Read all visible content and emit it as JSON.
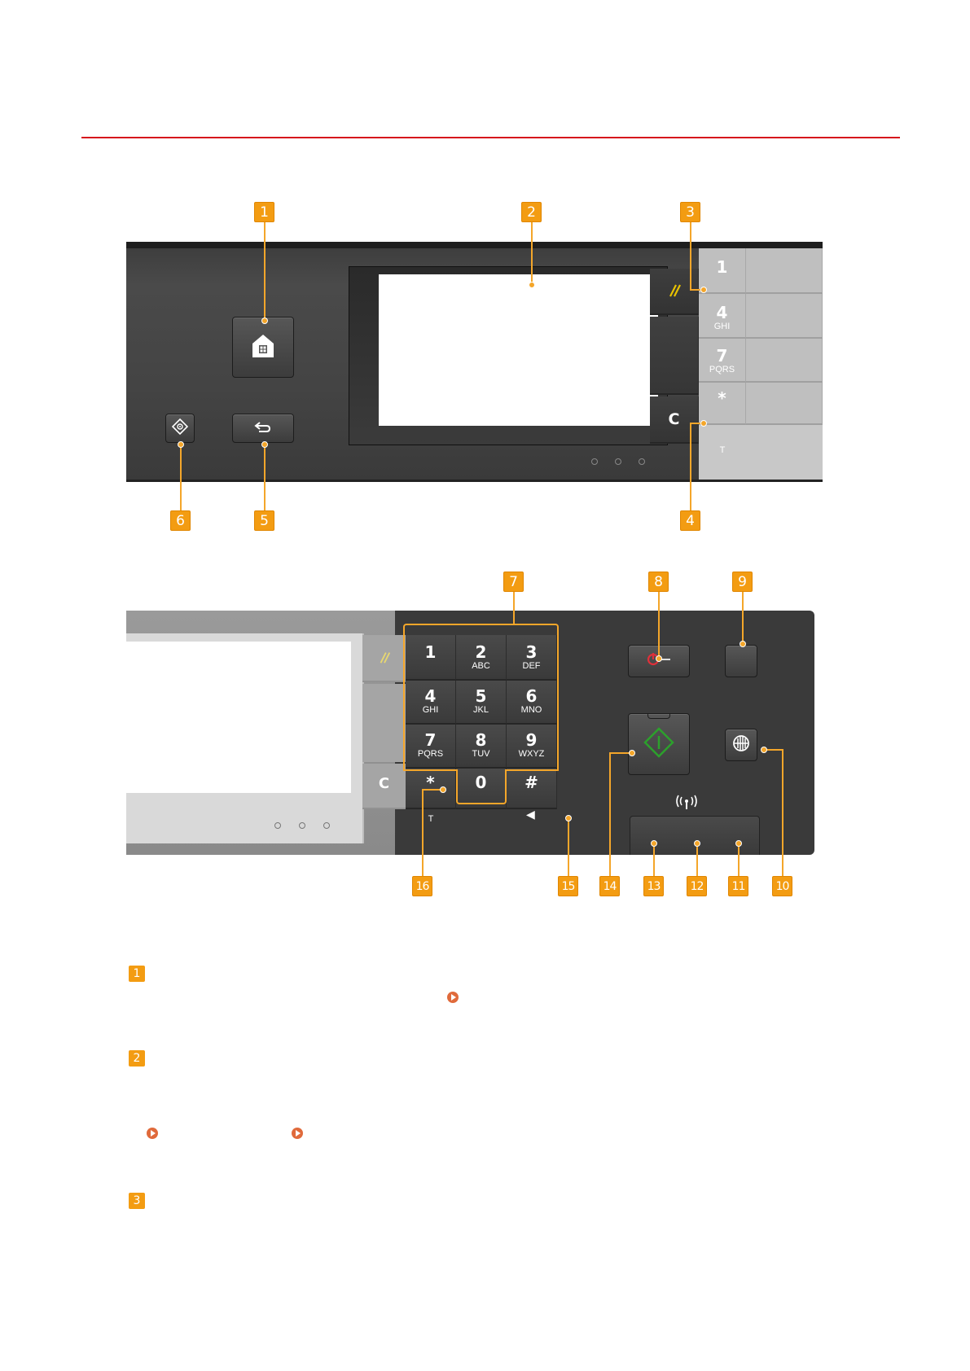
{
  "callouts": [
    "1",
    "2",
    "3",
    "4",
    "5",
    "6",
    "7",
    "8",
    "9",
    "10",
    "11",
    "12",
    "13",
    "14",
    "15",
    "16"
  ],
  "keypad": {
    "keys": [
      {
        "num": "1",
        "letters": ""
      },
      {
        "num": "2",
        "letters": "ABC"
      },
      {
        "num": "3",
        "letters": "DEF"
      },
      {
        "num": "4",
        "letters": "GHI"
      },
      {
        "num": "5",
        "letters": "JKL"
      },
      {
        "num": "6",
        "letters": "MNO"
      },
      {
        "num": "7",
        "letters": "PQRS"
      },
      {
        "num": "8",
        "letters": "TUV"
      },
      {
        "num": "9",
        "letters": "WXYZ"
      },
      {
        "num": "*",
        "letters": "T"
      },
      {
        "num": "0",
        "letters": ""
      },
      {
        "num": "#",
        "letters": ""
      }
    ],
    "clear_label": "C"
  },
  "panel1_side_keys": [
    {
      "num": "1",
      "letters": ""
    },
    {
      "num": "4",
      "letters": "GHI"
    },
    {
      "num": "7",
      "letters": "PQRS"
    },
    {
      "num": "*",
      "letters": "T"
    }
  ],
  "descriptions": [
    "1",
    "2",
    "3"
  ],
  "colors": {
    "accent_rule": "#d6141c",
    "badge": "#f39c12",
    "panel": "#3a3a3a",
    "start_key_green": "#2ca02c",
    "power_red": "#e0303a",
    "link_arrow": "#e06a3b"
  },
  "icons": [
    "home-icon",
    "back-icon",
    "status-monitor-icon",
    "reset-icon",
    "clear-icon",
    "power-icon",
    "energy-saver-icon",
    "id-icon",
    "wifi-icon",
    "start-icon"
  ]
}
